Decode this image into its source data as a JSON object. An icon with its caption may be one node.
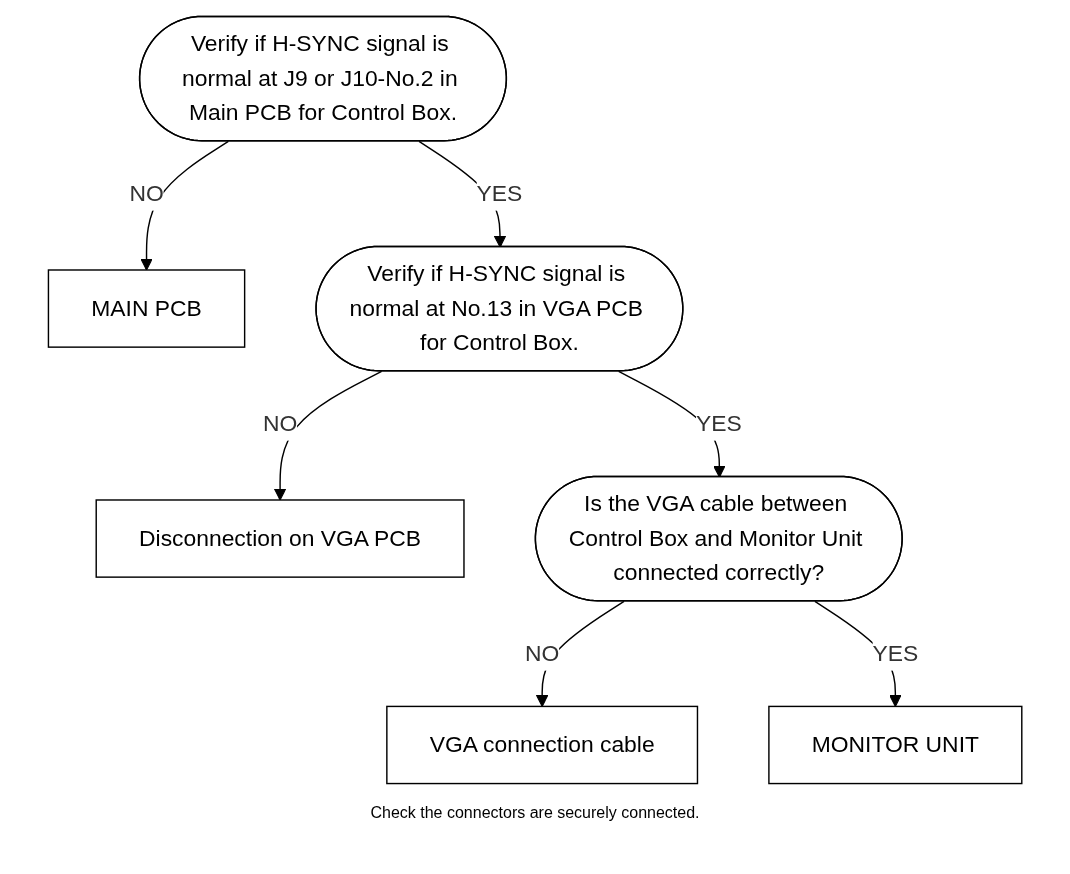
{
  "diagram": {
    "nodes": [
      {
        "text": [
          "Verify if H-SYNC signal is normal at J9 or J10-No.2 in Main PCB for Control Box."
        ]
      },
      {
        "text": [
          "MAIN PCB"
        ]
      },
      {
        "text": [
          "Verify if H-SYNC signal is normal at No.13 in VGA PCB for Control Box."
        ]
      },
      {
        "text": [
          "Disconnection on VGA PCB"
        ]
      },
      {
        "text": [
          "Is the VGA cable between Control Box and Monitor Unit connected correctly?"
        ]
      },
      {
        "text": [
          "VGA connection cable"
        ]
      },
      {
        "text": [
          "MONITOR UNIT"
        ]
      }
    ],
    "edges": [
      {
        "from": 0,
        "to": 1,
        "arrow": "to",
        "label": "NO"
      },
      {
        "from": 0,
        "to": 2,
        "arrow": "to",
        "label": "YES"
      },
      {
        "from": 2,
        "to": 3,
        "arrow": "to",
        "label": "NO"
      },
      {
        "from": 2,
        "to": 4,
        "arrow": "to",
        "label": "YES"
      },
      {
        "from": 4,
        "to": 5,
        "arrow": "to",
        "label": "NO"
      },
      {
        "from": 4,
        "to": 6,
        "arrow": "to",
        "label": "YES"
      }
    ],
    "labels": [
      "Check the connectors are securely connected."
    ]
  }
}
